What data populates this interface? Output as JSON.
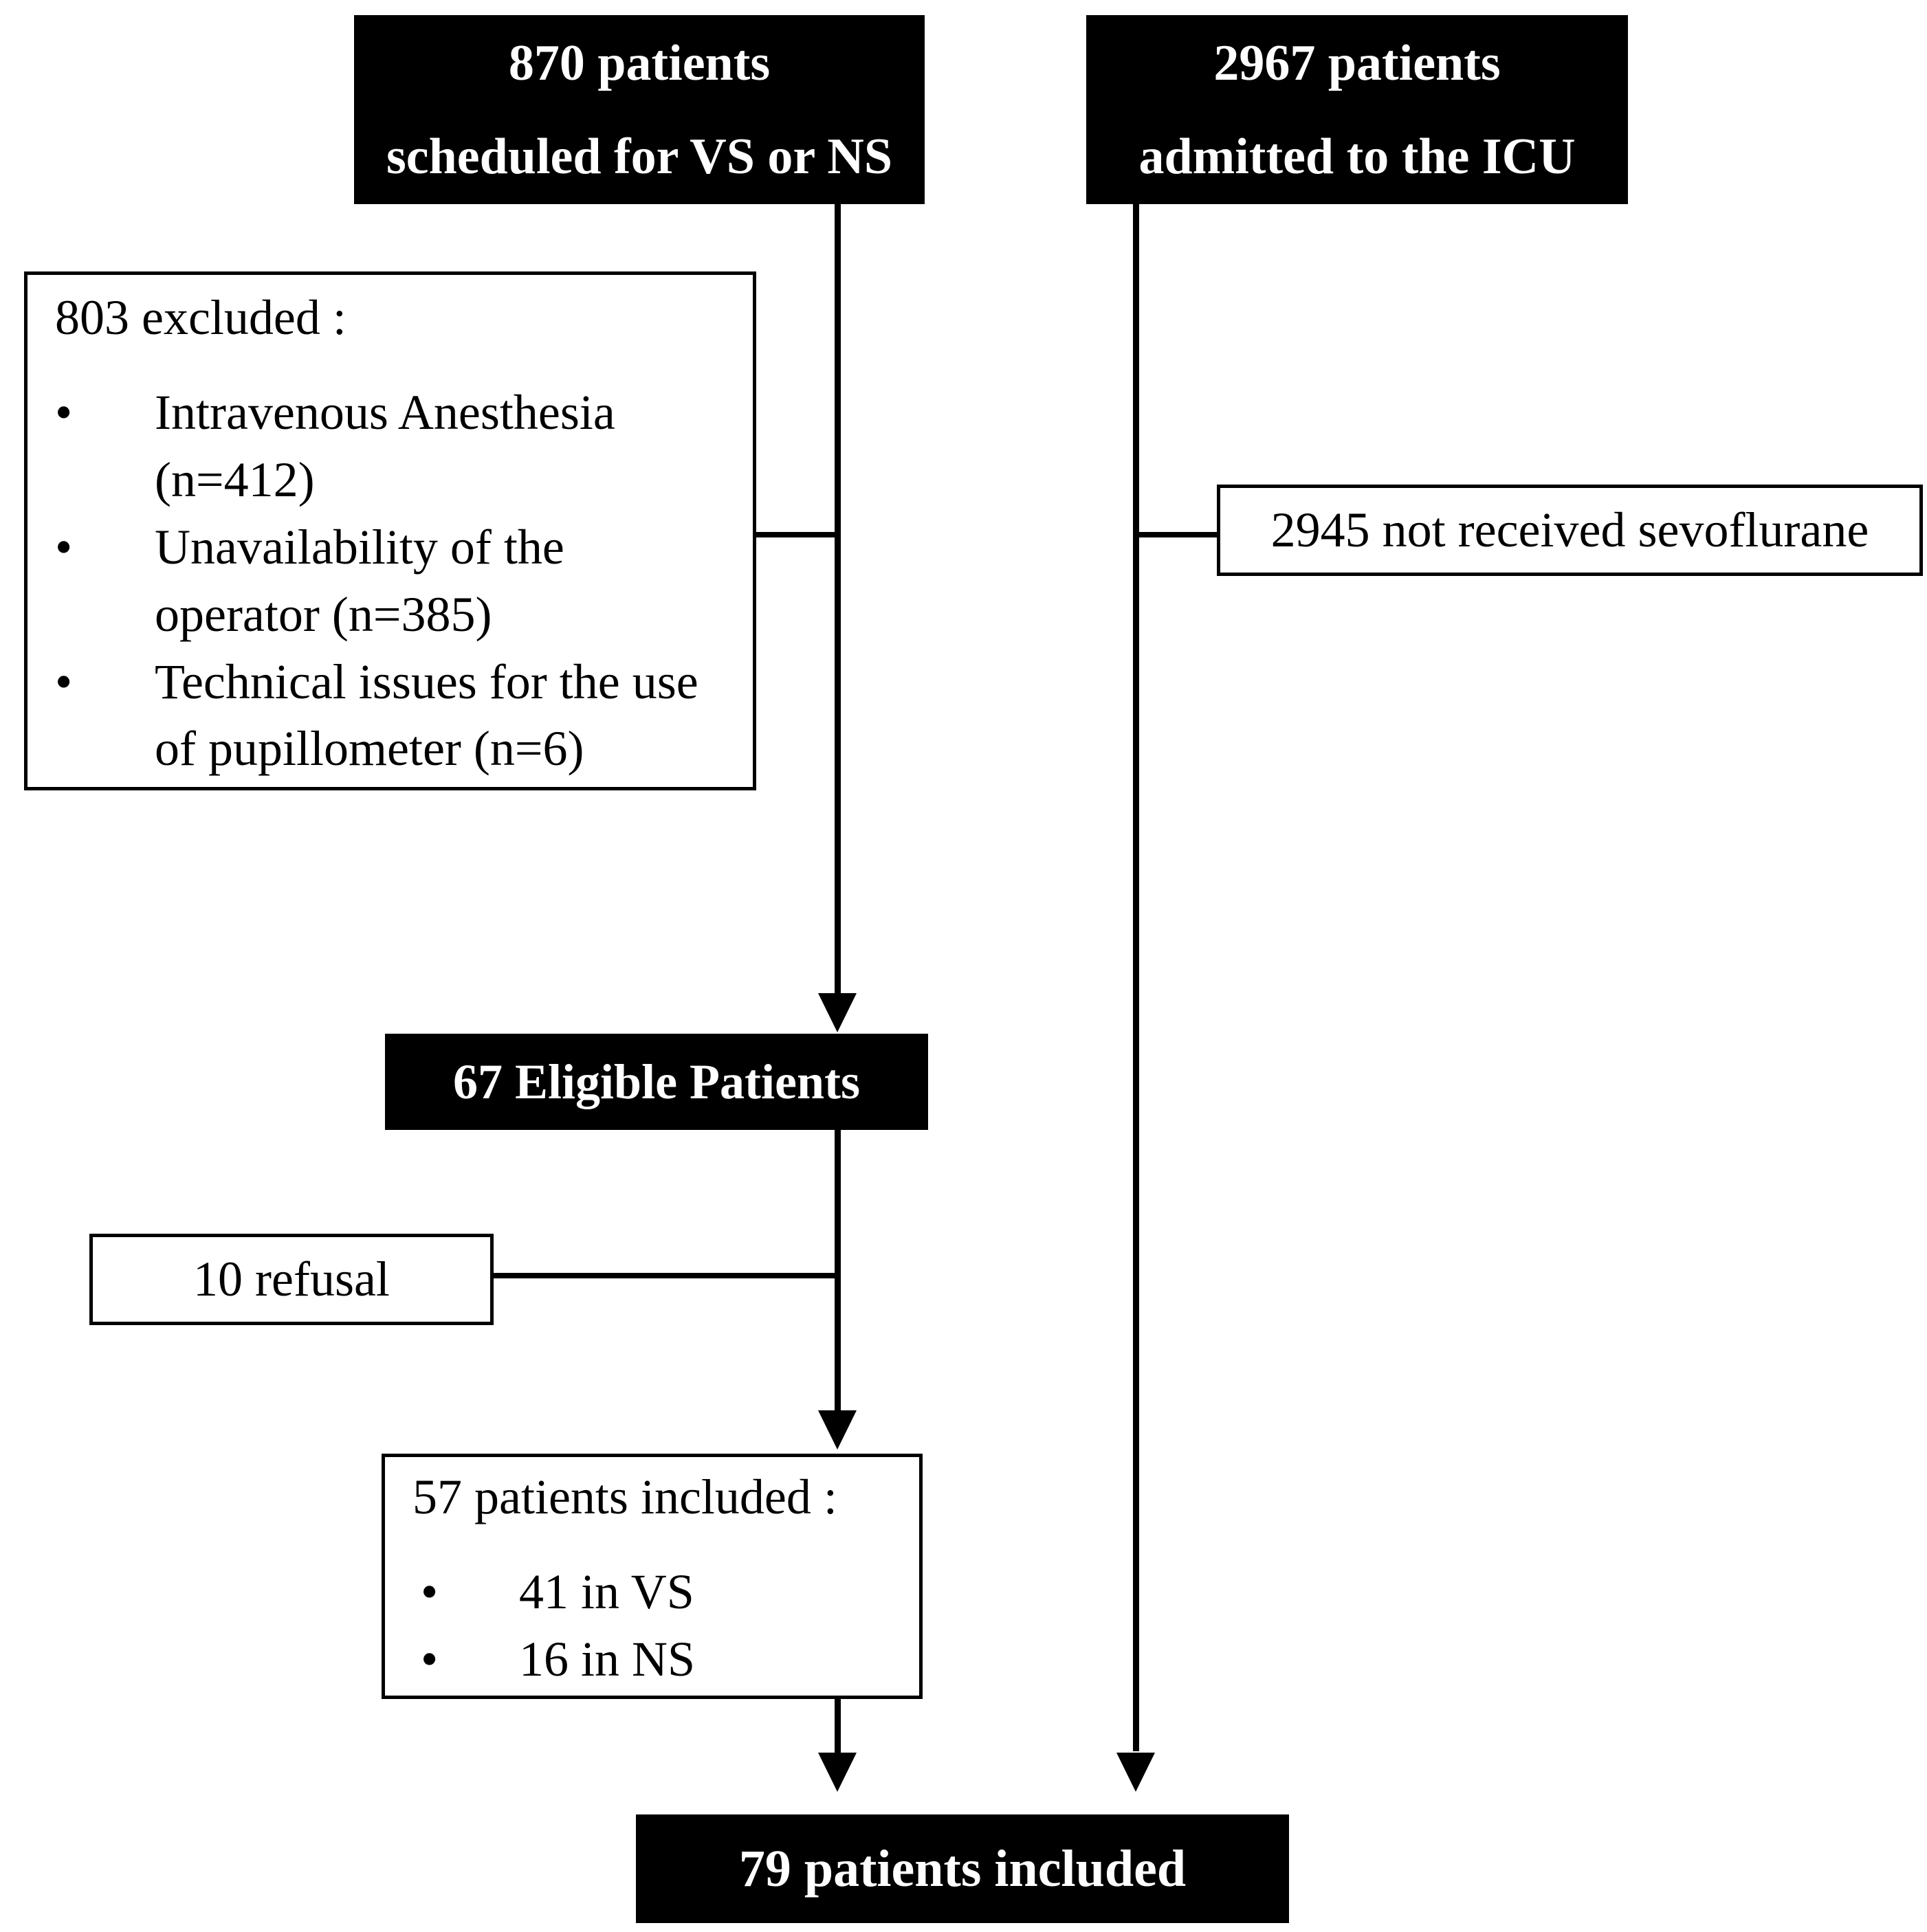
{
  "flow": {
    "scheduled_box": {
      "line1": "870 patients",
      "line2": "scheduled for VS or NS"
    },
    "admitted_box": {
      "line1": "2967 patients",
      "line2": "admitted to the ICU"
    },
    "excluded_box": {
      "title": "803 excluded :",
      "bullet": "•",
      "items": [
        "Intravenous Anesthesia (n=412)",
        "Unavailability of the operator (n=385)",
        "Technical issues for the use of pupillometer (n=6)"
      ]
    },
    "sevoflurane_box": {
      "label": "2945 not received sevoflurane"
    },
    "eligible_box": {
      "label": "67 Eligible Patients"
    },
    "refusal_box": {
      "label": "10 refusal"
    },
    "included57_box": {
      "title": "57 patients included :",
      "bullet": "•",
      "items": [
        "41 in VS",
        "16 in NS"
      ]
    },
    "included79_box": {
      "label": "79 patients included"
    },
    "colors": {
      "box_fill": "#000000",
      "box_text": "#ffffff",
      "line": "#000000",
      "border": "#000000",
      "background": "#ffffff"
    }
  }
}
